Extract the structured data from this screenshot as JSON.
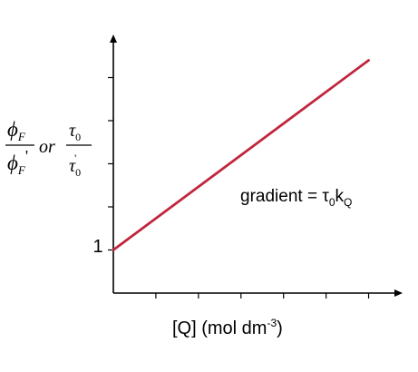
{
  "chart_data": {
    "type": "line",
    "title": "",
    "xlabel": "[Q] (mol dm-3)",
    "ylabel": "ϕF / ϕF' or τ0 / τ0'",
    "ylabel_parts": {
      "phi": "ϕ",
      "sub_F": "F",
      "prime": "'",
      "or": "or",
      "tau": "τ",
      "sub_0": "0"
    },
    "y_tick_labels": [
      "1"
    ],
    "annotation": "gradient = τ0kQ",
    "annotation_parts": {
      "prefix": "gradient = τ",
      "sub_0": "0",
      "k": "k",
      "sub_Q": "Q"
    },
    "series": [
      {
        "x": [
          0,
          6
        ],
        "y": [
          1,
          5.4
        ]
      }
    ],
    "xlim": [
      0,
      6.5
    ],
    "ylim": [
      0,
      6
    ],
    "grid": false,
    "colors": {
      "line": "#c0263c",
      "axis": "#000000"
    }
  }
}
